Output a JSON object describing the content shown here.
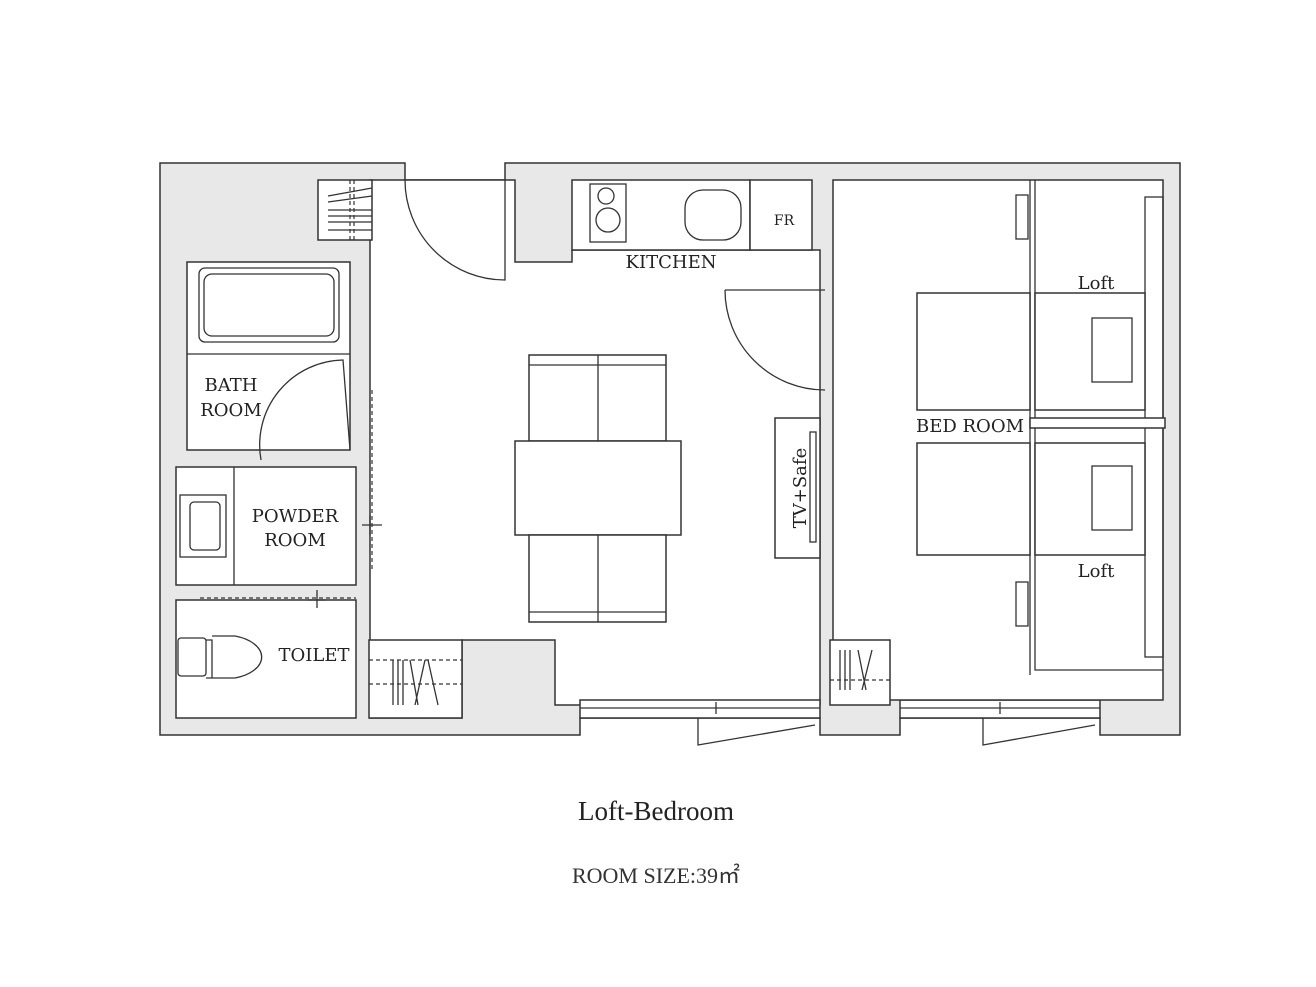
{
  "plan": {
    "title": "Loft-Bedroom",
    "room_size": "ROOM SIZE:39㎡",
    "rooms": {
      "kitchen": "KITCHEN",
      "fridge": "FR",
      "bath_line1": "BATH",
      "bath_line2": "ROOM",
      "powder_line1": "POWDER",
      "powder_line2": "ROOM",
      "toilet": "TOILET",
      "bedroom": "BED ROOM",
      "loft_top": "Loft",
      "loft_bottom": "Loft",
      "tv_safe": "TV+Safe"
    }
  }
}
